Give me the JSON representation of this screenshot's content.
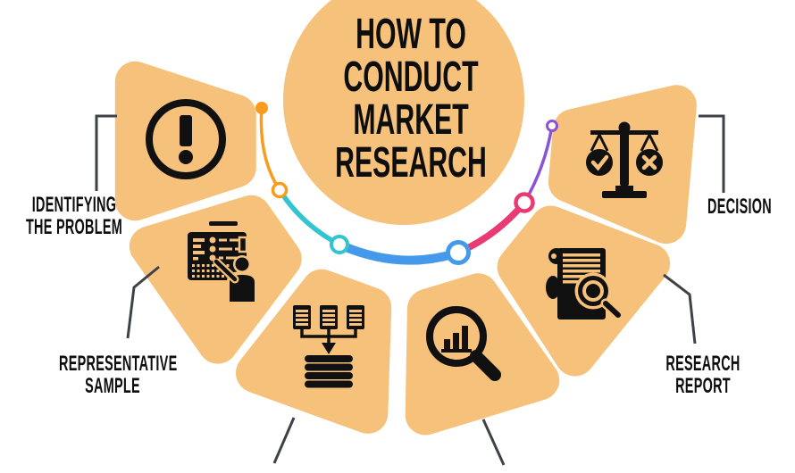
{
  "figure": {
    "title_lines": [
      "HOW TO",
      "CONDUCT",
      "MARKET",
      "RESEARCH"
    ]
  },
  "steps": [
    {
      "label_lines": [
        "IDENTIFYING",
        "THE PROBLEM"
      ],
      "icon": "exclamation-circle"
    },
    {
      "label_lines": [
        "REPRESENTATIVE",
        "SAMPLE"
      ],
      "icon": "survey-board-presenter"
    },
    {
      "label_lines": [],
      "icon": "documents-to-database"
    },
    {
      "label_lines": [],
      "icon": "bar-chart-magnifier"
    },
    {
      "label_lines": [
        "RESEARCH",
        "REPORT"
      ],
      "icon": "document-magnifier-hand"
    },
    {
      "label_lines": [
        "DECISION"
      ],
      "icon": "balance-scale-check-x"
    }
  ],
  "colors": {
    "background": "#FFFFFF",
    "petal": "#F6C17B",
    "icon": "#111111",
    "text": "#0E0E0E",
    "connector": "#3E4148",
    "arc_orange": "#F99B1C",
    "arc_teal": "#31C5D0",
    "arc_blue": "#4499EA",
    "arc_pink": "#EA3A72",
    "arc_purple": "#8A52D7"
  }
}
